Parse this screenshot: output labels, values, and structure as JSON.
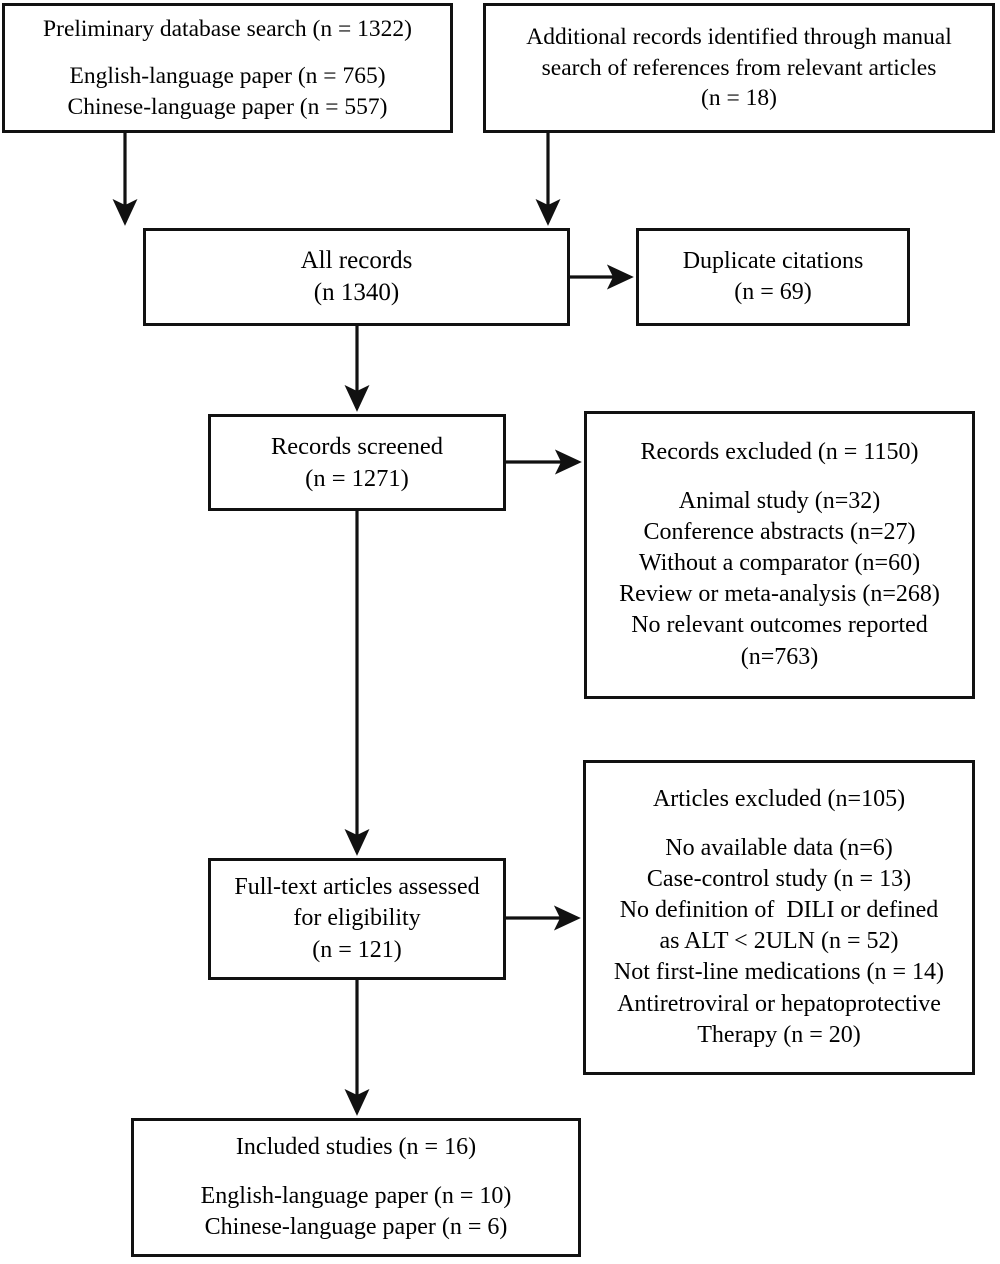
{
  "diagram": {
    "type": "prisma-flow-diagram",
    "title": "",
    "stroke_color": "#111111",
    "background_color": "#ffffff",
    "boxes": {
      "preliminary_search": {
        "name": "preliminary-database-search",
        "lines": [
          "Preliminary database search (n = 1322)",
          "",
          "English-language paper (n = 765)",
          "Chinese-language paper (n = 557)"
        ]
      },
      "additional_records": {
        "name": "additional-records-manual-search",
        "lines": [
          "Additional records identified through manual",
          "search of references from relevant articles",
          "(n = 18)"
        ]
      },
      "all_records": {
        "name": "all-records",
        "lines": [
          "All records",
          "(n 1340)"
        ]
      },
      "duplicate_citations": {
        "name": "duplicate-citations",
        "lines": [
          "Duplicate citations",
          "(n = 69)"
        ]
      },
      "records_screened": {
        "name": "records-screened",
        "lines": [
          "Records screened",
          "(n = 1271)"
        ]
      },
      "records_excluded": {
        "name": "records-excluded",
        "lines": [
          "Records excluded (n = 1150)",
          "",
          "Animal study (n=32)",
          "Conference abstracts (n=27)",
          "Without a comparator (n=60)",
          "Review or meta-analysis (n=268)",
          "No relevant outcomes reported",
          "(n=763)"
        ]
      },
      "full_text_assessed": {
        "name": "full-text-articles-assessed",
        "lines": [
          "Full-text articles assessed",
          "for eligibility",
          "(n = 121)"
        ]
      },
      "articles_excluded": {
        "name": "articles-excluded",
        "lines": [
          "Articles excluded (n=105)",
          "",
          "No available data (n=6)",
          "Case-control study (n = 13)",
          "No definition of  DILI or defined",
          "as ALT < 2ULN (n = 52)",
          "Not first-line medications (n = 14)",
          "Antiretroviral or hepatoprotective",
          "Therapy (n = 20)"
        ]
      },
      "included_studies": {
        "name": "included-studies",
        "lines": [
          "Included studies (n = 16)",
          "",
          "English-language paper (n = 10)",
          "Chinese-language paper (n = 6)"
        ]
      }
    },
    "connectors": [
      {
        "name": "arrow-preliminary-to-all-records",
        "from": "preliminary_search",
        "to": "all_records",
        "direction": "down"
      },
      {
        "name": "arrow-additional-to-all-records",
        "from": "additional_records",
        "to": "all_records",
        "direction": "down"
      },
      {
        "name": "arrow-all-records-to-duplicate",
        "from": "all_records",
        "to": "duplicate_citations",
        "direction": "right"
      },
      {
        "name": "arrow-all-records-to-screened",
        "from": "all_records",
        "to": "records_screened",
        "direction": "down"
      },
      {
        "name": "arrow-screened-to-records-excluded",
        "from": "records_screened",
        "to": "records_excluded",
        "direction": "right"
      },
      {
        "name": "arrow-screened-to-full-text",
        "from": "records_screened",
        "to": "full_text_assessed",
        "direction": "down"
      },
      {
        "name": "arrow-full-text-to-articles-excluded",
        "from": "full_text_assessed",
        "to": "articles_excluded",
        "direction": "right"
      },
      {
        "name": "arrow-full-text-to-included",
        "from": "full_text_assessed",
        "to": "included_studies",
        "direction": "down"
      }
    ]
  }
}
